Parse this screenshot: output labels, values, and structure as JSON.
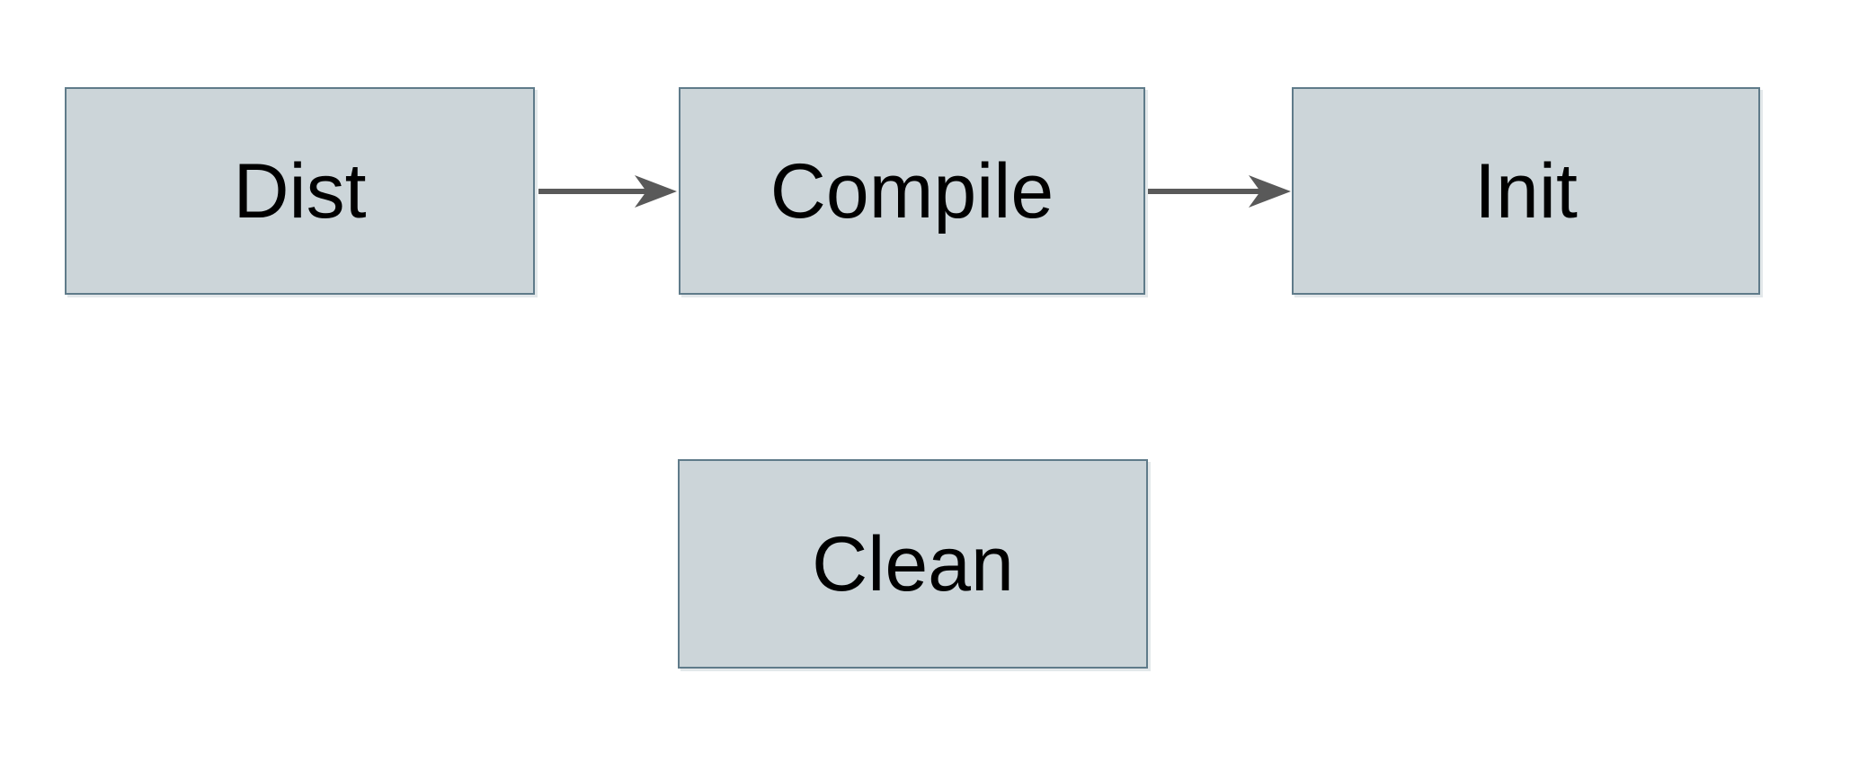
{
  "diagram": {
    "type": "flowchart",
    "background_color": "#ffffff",
    "node_fill_color": "#ccd5d9",
    "node_border_color": "#5f7b8a",
    "arrow_color": "#595959",
    "text_color": "#000000",
    "nodes": [
      {
        "id": "dist",
        "label": "Dist"
      },
      {
        "id": "compile",
        "label": "Compile"
      },
      {
        "id": "init",
        "label": "Init"
      },
      {
        "id": "clean",
        "label": "Clean"
      }
    ],
    "edges": [
      {
        "from": "Dist",
        "to": "Compile",
        "style": "arrow-right"
      },
      {
        "from": "Compile",
        "to": "Init",
        "style": "arrow-right"
      }
    ]
  }
}
